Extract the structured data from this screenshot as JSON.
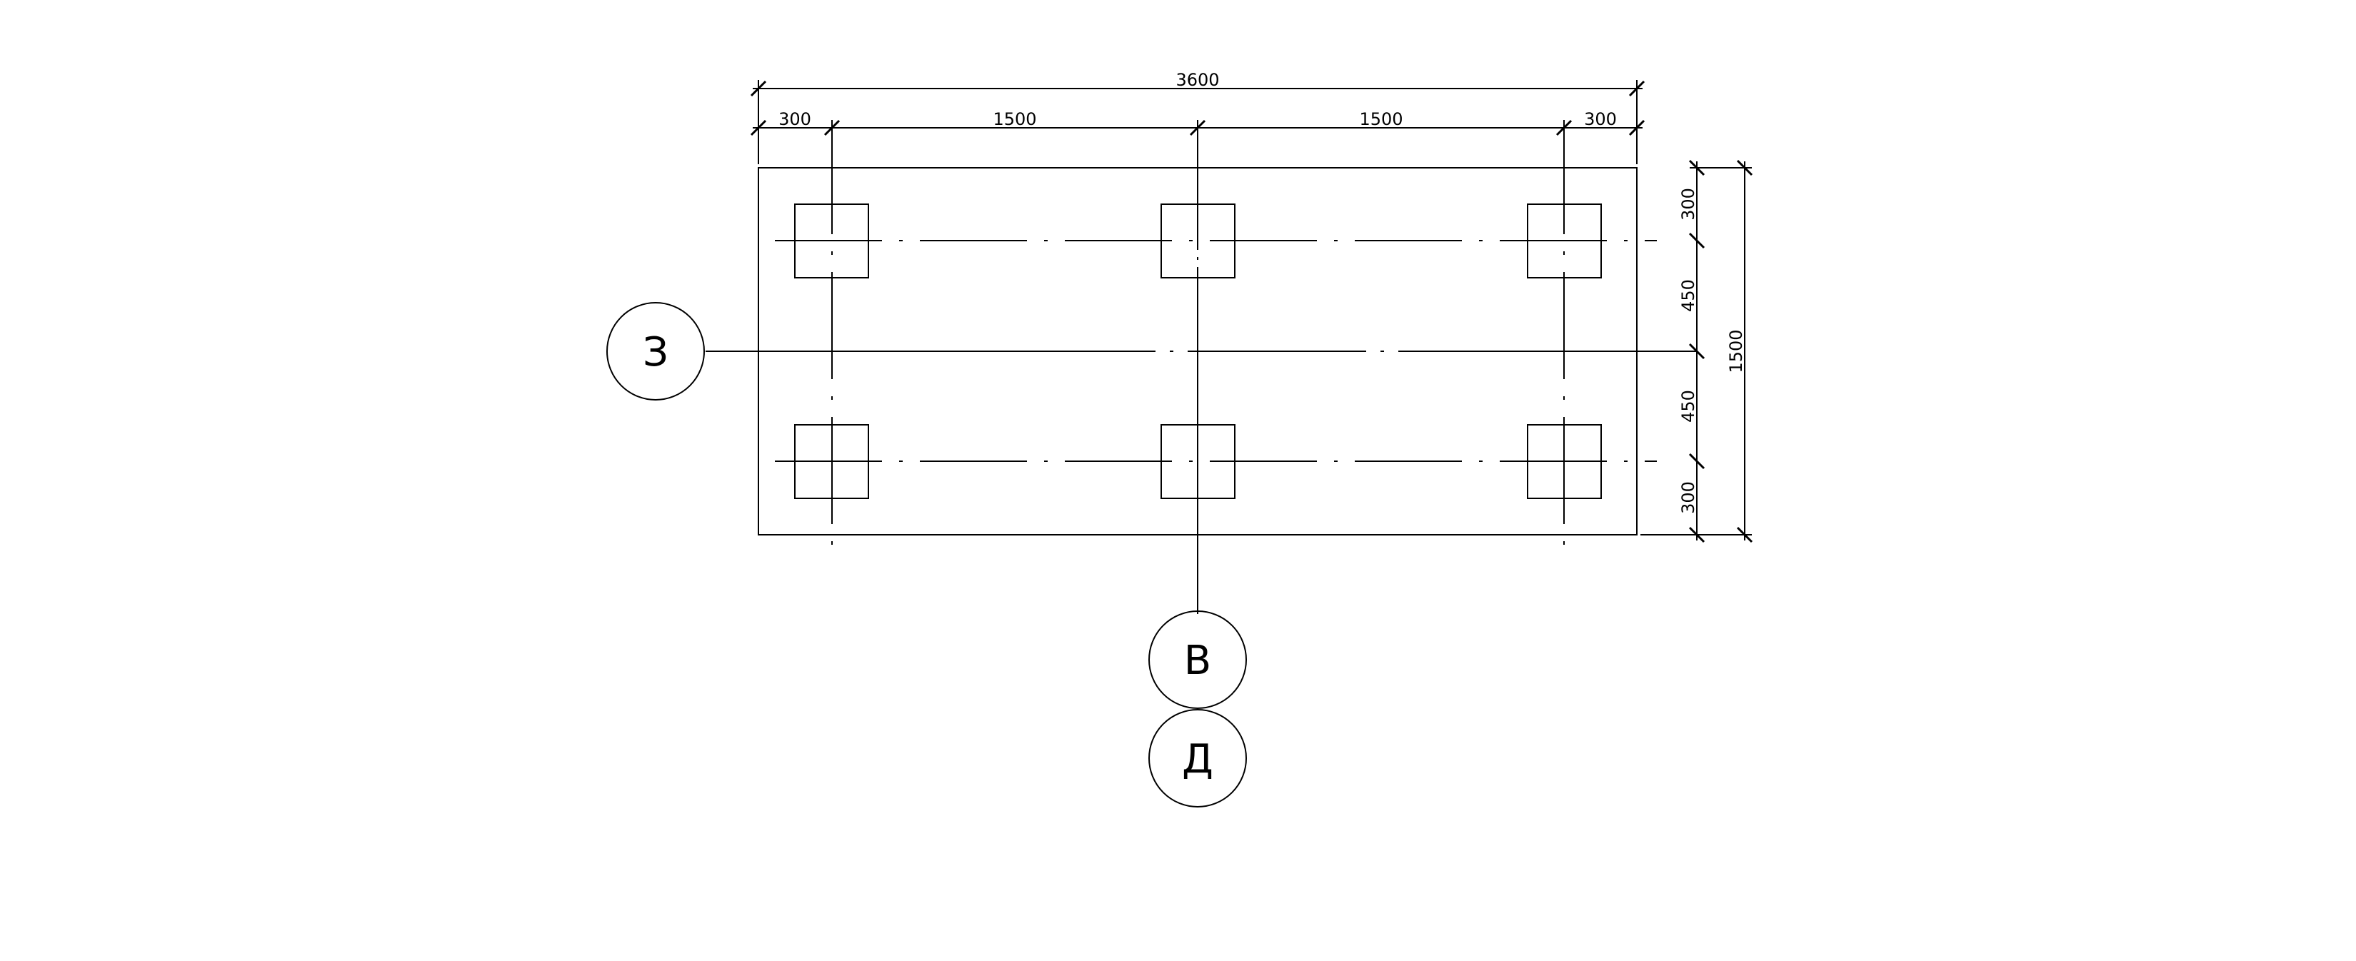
{
  "dimensions": {
    "top_overall": "3600",
    "top_chain": [
      "300",
      "1500",
      "1500",
      "300"
    ],
    "right_chain": [
      "300",
      "450",
      "450",
      "300"
    ],
    "right_overall": "1500"
  },
  "grid_bubbles": {
    "left": "З",
    "bottom_upper": "В",
    "bottom_lower": "Д"
  }
}
